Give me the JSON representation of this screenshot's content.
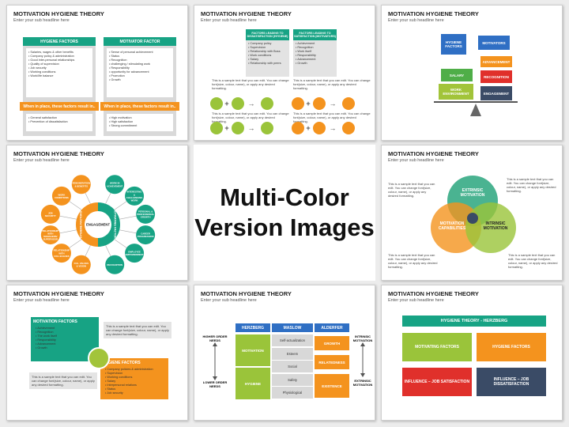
{
  "tile_title": "MOTIVATION HYGIENE THEORY",
  "tile_subtitle": "Enter your sub headline here",
  "center_text": [
    "Multi-Color",
    "Version Images"
  ],
  "lorem": "This is a sample text that you can edit. You can change font(size, colour, name), or apply any desired formatting.",
  "t1": {
    "hyg_title": "HYGIENE FACTORS",
    "mot_title": "MOTIVATOR FACTOR",
    "hyg_items": [
      "Salaries, wages & other benefits",
      "Company policy & administration",
      "Good inter-personal relationships",
      "Quality of supervision",
      "Job security",
      "Working conditions",
      "Work/life balance"
    ],
    "mot_items": [
      "Sense of personal achievement",
      "Status",
      "Recognition",
      "challenging / stimulating work",
      "Responsibility",
      "opportunity for advancement",
      "Promotion",
      "Growth"
    ],
    "hyg_band": "When in place, these factors result in..",
    "mot_band": "When in place, these factors result in..",
    "hyg_results": [
      "General satisfaction",
      "Prevention of dissatisfaction"
    ],
    "mot_results": [
      "High motivation",
      "High satisfaction",
      "Strong commitment"
    ],
    "colors": {
      "teal": "#17a384",
      "orange": "#f4931e"
    }
  },
  "t2": {
    "left_title": "FACTORS LEADING TO DISSATISFACTION (HYGIENE)",
    "right_title": "FACTORS LEADING TO SATISFACTION (MOTIVATORS)",
    "left_items": [
      "Company policy",
      "Supervision",
      "Relationship with Boss",
      "Work conditions",
      "Salary",
      "Relationship with peers"
    ],
    "right_items": [
      "Achievement",
      "Recognition",
      "Work itself",
      "Responsibility",
      "Advancement",
      "Growth"
    ]
  },
  "t3": {
    "hygiene": "HYGIENE FACTORS",
    "motivators": "MOTIVATORS",
    "salary": "SALARY",
    "work_env": "WORK ENVIRONMENT",
    "advancement": "ADVANCEMENT",
    "recognition": "RECOGNITION",
    "engagement": "ENGAGEMENT"
  },
  "t4": {
    "center": "ENGAGEMENT",
    "left_ring": "HYGIENE FACTORS",
    "right_ring": "MOTIVATING FACTORS",
    "left_petals": [
      "REMUNERATION & BENEFITS",
      "WORK CONDITIONS",
      "JOB SECURITY",
      "RELATIONSHIP WITH MANAGERS/ SUPERVISOR",
      "RELATIONSHIP WITH COLLEAGUES",
      "CUL. VALUES & VISION"
    ],
    "right_petals": [
      "WORK IN ACHIEVEMENT",
      "INTERESTING & CHALLENGING WORK",
      "PERSONAL & PROFESSIONAL GROWTH",
      "CAREER PROGRESSION",
      "EMPLOYEE EMPOWERMENT",
      "RECOGNITION"
    ]
  },
  "t5": {
    "extrinsic": "EXTRINSIC MOTIVATION",
    "intrinsic": "INTRINSIC MOTIVATION",
    "capabilities": "MOTIVATION CAPABILITIES"
  },
  "t6": {
    "mot_title": "MOTIVATION FACTORS",
    "mot_items": [
      "Achievement",
      "Recognition",
      "The work itself",
      "Responsibility",
      "Advancement",
      "Growth"
    ],
    "hyg_title": "HYGIENE FACTORS",
    "hyg_items": [
      "Company policies & administration",
      "Supervision",
      "Working conditions",
      "Salary",
      "Interpersonal relations",
      "Status",
      "Job security"
    ]
  },
  "t7": {
    "herzberg": "HERZBERG",
    "maslow": "MASLOW",
    "alderfer": "ALDERFER",
    "motivation": "MOTIVATION",
    "hygiene": "HYGIENE",
    "levels": [
      "Self-actualization",
      "Esteem",
      "Social",
      "Safety",
      "Physiological"
    ],
    "growth": "GROWTH",
    "relatedness": "RELATEDNESS",
    "existence": "EXISTENCE",
    "higher": "HIGHER ORDER NEEDS",
    "lower": "LOWER ORDER NEEDS",
    "intrinsic": "INTRINSIC MOTIVATION",
    "extrinsic": "EXTRINSIC MOTIVATION"
  },
  "t8": {
    "header": "HYGIENE THEORY - HERZBERG",
    "motivating": "MOTIVATING FACTORS",
    "hygiene": "HYGIENE FACTORS",
    "influence_sat": "INFLUENCE – JOB SATISFACTION",
    "influence_dis": "INFLUENCE – JOB DISSATISFACTION"
  }
}
